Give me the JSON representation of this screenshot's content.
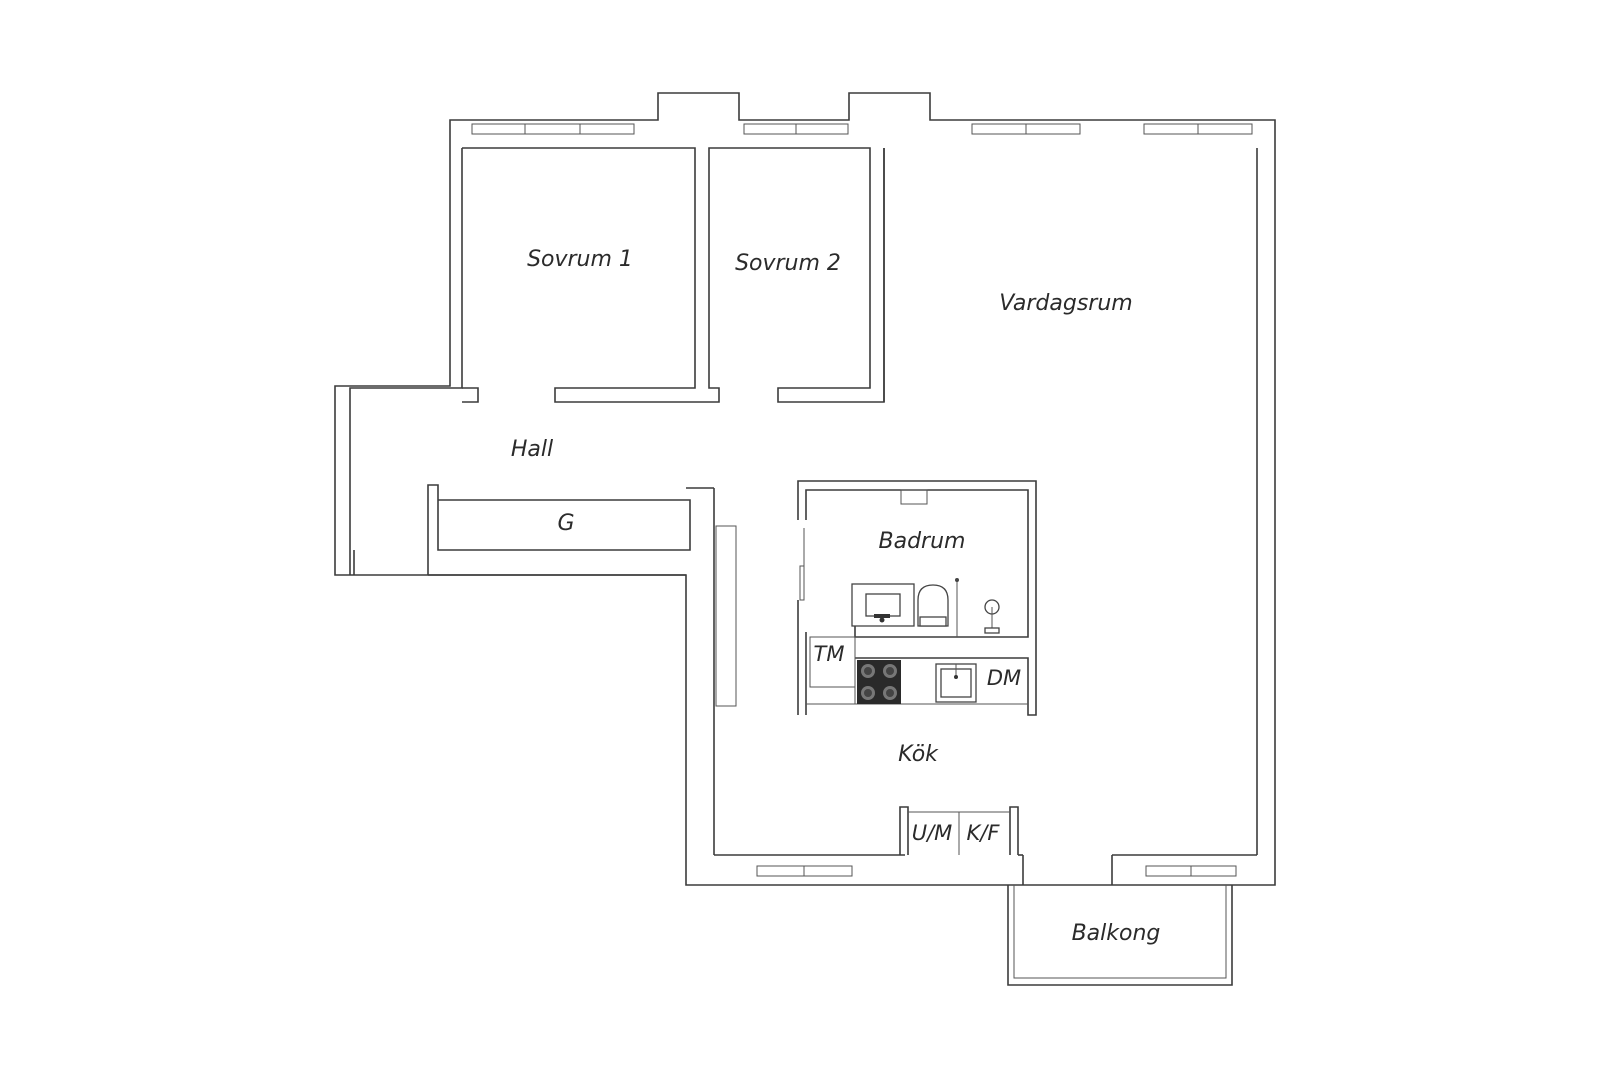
{
  "rooms": {
    "sovrum1": "Sovrum 1",
    "sovrum2": "Sovrum 2",
    "vardagsrum": "Vardagsrum",
    "hall": "Hall",
    "garderob": "G",
    "badrum": "Badrum",
    "kok": "Kök",
    "balkong": "Balkong"
  },
  "appliances": {
    "tm": "TM",
    "dm": "DM",
    "um": "U/M",
    "kf": "K/F"
  },
  "icons": [
    "window-icon",
    "door-opening-icon",
    "sink-icon",
    "toilet-icon",
    "shower-icon",
    "stove-icon",
    "kitchen-sink-icon"
  ],
  "colors": {
    "line": "#3c3c3c",
    "background": "#ffffff",
    "stove": "#2a2a2a"
  }
}
